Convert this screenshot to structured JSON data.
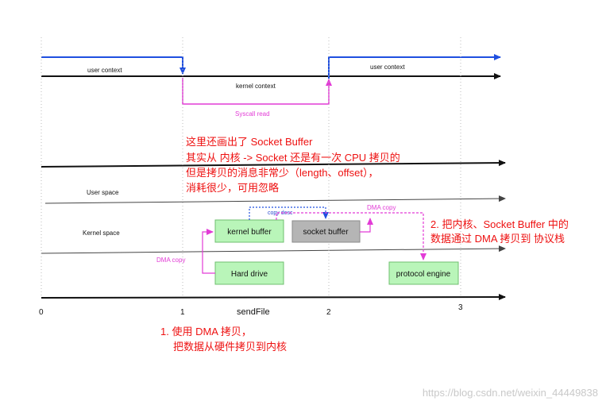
{
  "labels": {
    "user_context_left": "user context",
    "user_context_right": "user context",
    "kernel_context": "kernel context",
    "syscall_read": "Syscall read",
    "user_space": "User space",
    "kernel_space": "Kernel  space",
    "copy_desc": "copy desc",
    "dma_copy_top": "DMA copy",
    "dma_copy_left": "DMA copy",
    "sendfile": "sendFile"
  },
  "boxes": {
    "kernel_buffer": "kernel buffer",
    "socket_buffer": "socket buffer",
    "hard_drive": "Hard drive",
    "protocol_engine": "protocol engine"
  },
  "ticks": [
    "0",
    "1",
    "2",
    "3"
  ],
  "annotations": {
    "note_top": [
      "这里还画出了 Socket Buffer",
      "其实从 内核 -> Socket 还是有一次 CPU 拷贝的",
      "但是拷贝的消息非常少（length、offset），",
      "消耗很少，可用忽略"
    ],
    "note_right": [
      "2. 把内核、Socket Buffer 中的",
      "数据通过 DMA 拷贝到 协议栈"
    ],
    "note_bottom": [
      "1. 使用 DMA 拷贝，",
      "把数据从硬件拷贝到内核"
    ]
  },
  "watermark": "https://blog.csdn.net/weixin_44449838",
  "colors": {
    "blue": "#1f4fe0",
    "magenta": "#e23bd6",
    "red": "#ee1111",
    "green_box": "#b9f5b9",
    "gray_box": "#b5b5b5"
  }
}
